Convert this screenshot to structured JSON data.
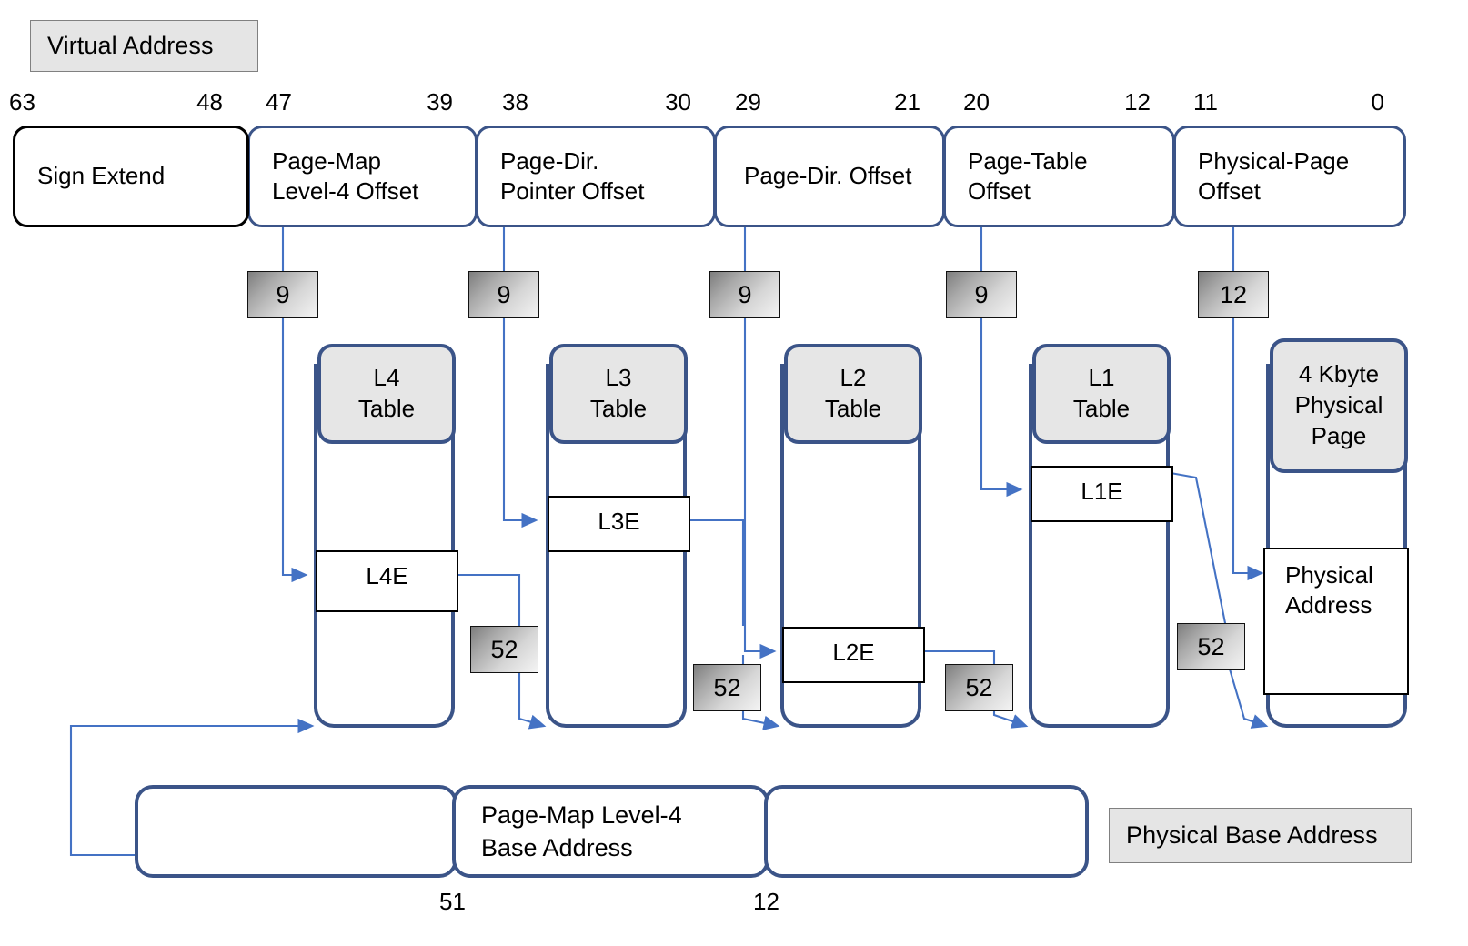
{
  "legend": {
    "virtual_address": "Virtual Address",
    "physical_base_address": "Physical Base Address"
  },
  "virtual_address": {
    "bit_labels_top": [
      "63",
      "48",
      "47",
      "39",
      "38",
      "30",
      "29",
      "21",
      "20",
      "12",
      "11",
      "0"
    ],
    "segments": [
      {
        "name": "sign-extend",
        "line1": "Sign Extend",
        "line2": "",
        "hi": "63",
        "lo": "48"
      },
      {
        "name": "page-map-level-4",
        "line1": "Page-Map",
        "line2": "Level-4 Offset",
        "hi": "47",
        "lo": "39"
      },
      {
        "name": "page-dir-pointer",
        "line1": "Page-Dir.",
        "line2": "Pointer Offset",
        "hi": "38",
        "lo": "30"
      },
      {
        "name": "page-dir-offset",
        "line1": "Page-Dir. Offset",
        "line2": "",
        "hi": "29",
        "lo": "21"
      },
      {
        "name": "page-table-offset",
        "line1": "Page-Table",
        "line2": "Offset",
        "hi": "20",
        "lo": "12"
      },
      {
        "name": "physical-page-offset",
        "line1": "Physical-Page",
        "line2": "Offset",
        "hi": "11",
        "lo": "0"
      }
    ]
  },
  "width_badges_top": [
    "9",
    "9",
    "9",
    "9",
    "12"
  ],
  "width_badges_mid": [
    "52",
    "52",
    "52",
    "52"
  ],
  "tables": [
    {
      "name": "l4-table",
      "head_line1": "L4",
      "head_line2": "Table",
      "head_line3": "",
      "entry": "L4E"
    },
    {
      "name": "l3-table",
      "head_line1": "L3",
      "head_line2": "Table",
      "head_line3": "",
      "entry": "L3E"
    },
    {
      "name": "l2-table",
      "head_line1": "L2",
      "head_line2": "Table",
      "head_line3": "",
      "entry": "L2E"
    },
    {
      "name": "l1-table",
      "head_line1": "L1",
      "head_line2": "Table",
      "head_line3": "",
      "entry": "L1E"
    },
    {
      "name": "physical-page",
      "head_line1": "4 Kbyte",
      "head_line2": "Physical",
      "head_line3": "Page",
      "entry_line1": "Physical",
      "entry_line2": "Address"
    }
  ],
  "base_register": {
    "segments": [
      {
        "name": "base-reg-high",
        "line1": "",
        "line2": ""
      },
      {
        "name": "base-reg-pml4",
        "line1": "Page-Map Level-4",
        "line2": "Base Address"
      },
      {
        "name": "base-reg-low",
        "line1": "",
        "line2": ""
      }
    ],
    "bit_labels_bottom": [
      "51",
      "12"
    ]
  },
  "colors": {
    "accent_blue": "#3B5488",
    "wire_blue": "#4472C4",
    "header_gray": "#E6E6E6",
    "legend_gray": "#E5E5E5"
  }
}
